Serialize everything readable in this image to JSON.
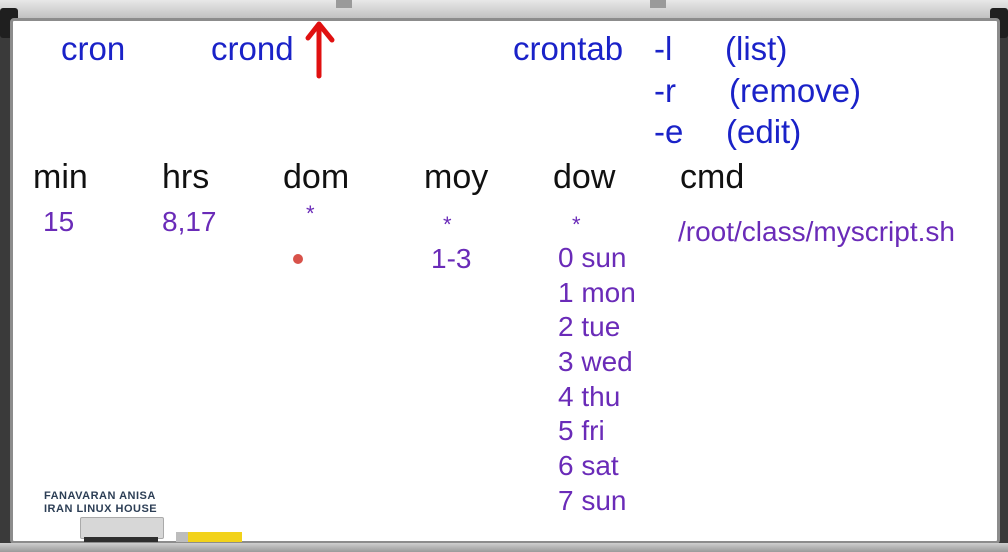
{
  "top": {
    "cron": "cron",
    "crond": "crond",
    "crontab": "crontab",
    "options": [
      {
        "flag": "-l",
        "desc": "(list)"
      },
      {
        "flag": "-r",
        "desc": "(remove)"
      },
      {
        "flag": "-e",
        "desc": "(edit)"
      }
    ]
  },
  "headers": {
    "min": "min",
    "hrs": "hrs",
    "dom": "dom",
    "moy": "moy",
    "dow": "dow",
    "cmd": "cmd"
  },
  "row": {
    "min": "15",
    "hrs": "8,17",
    "dom": "*",
    "moy": "*",
    "dow": "*",
    "cmd": "/root/class/myscript.sh"
  },
  "moy_range": "1-3",
  "dow_values": [
    "0 sun",
    "1 mon",
    "2 tue",
    "3 wed",
    "4 thu",
    "5 fri",
    "6 sat",
    "7 sun"
  ],
  "logo": {
    "line1": "FANAVARAN ANISA",
    "line2": "IRAN LINUX HOUSE"
  },
  "colors": {
    "blue_text": "#1a22c8",
    "purple_text": "#6a2bb8",
    "arrow": "#e01010"
  }
}
